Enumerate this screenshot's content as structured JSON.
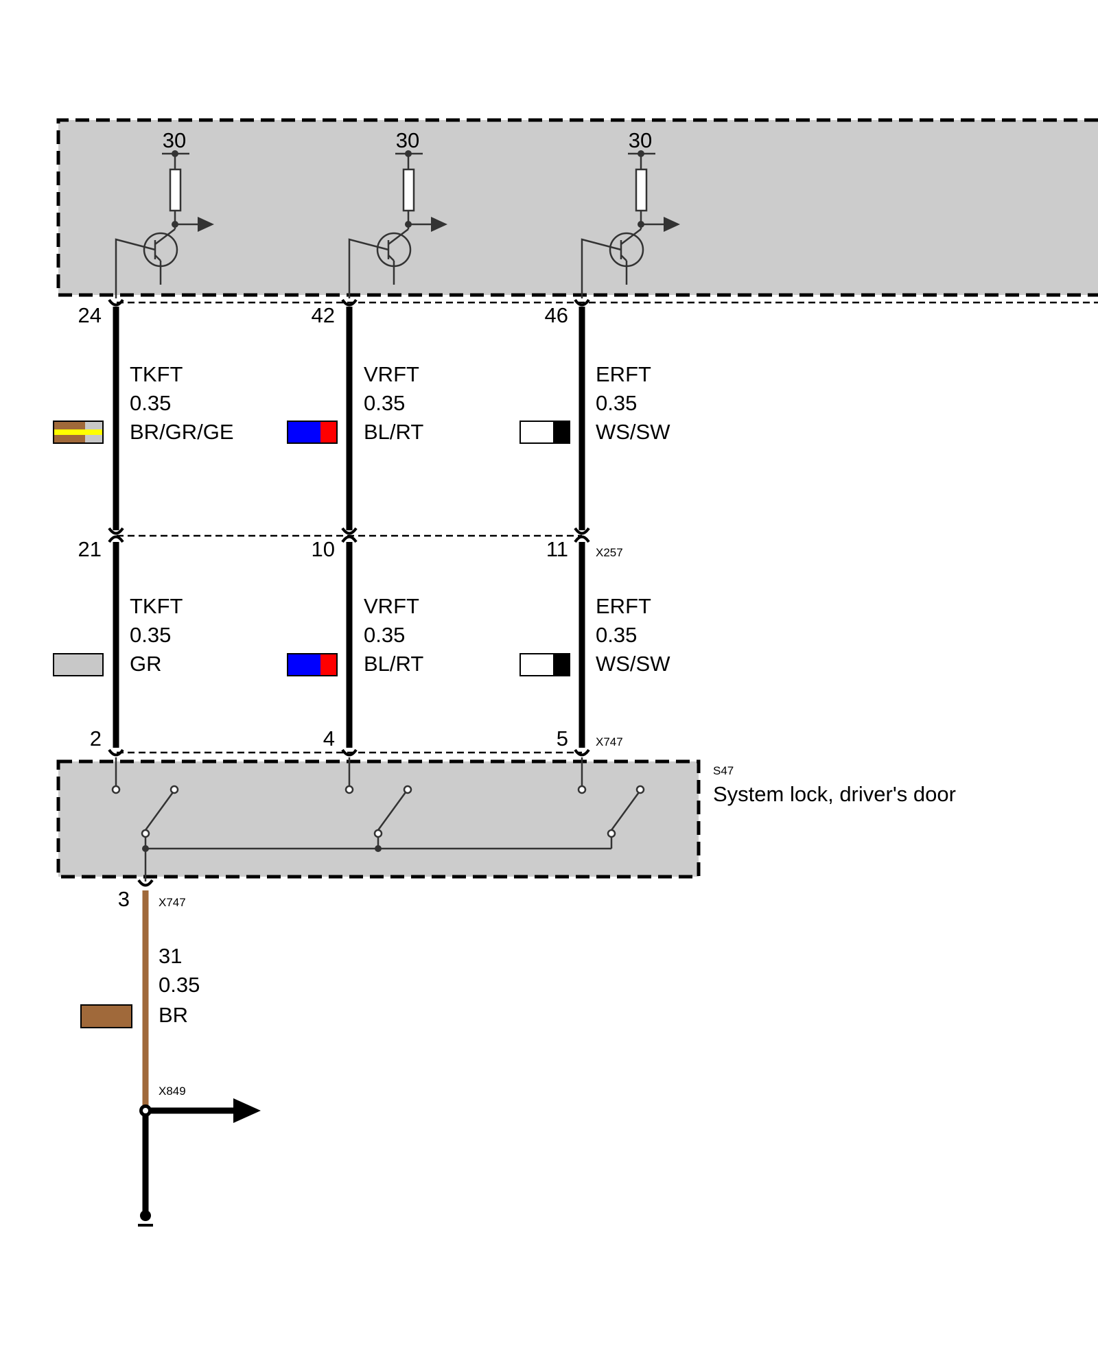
{
  "supply_labels": [
    "30",
    "30",
    "30"
  ],
  "upper_wires": [
    {
      "pin": "24",
      "signal": "TKFT",
      "size": "0.35",
      "color_code": "BR/GR/GE"
    },
    {
      "pin": "42",
      "signal": "VRFT",
      "size": "0.35",
      "color_code": "BL/RT"
    },
    {
      "pin": "46",
      "signal": "ERFT",
      "size": "0.35",
      "color_code": "WS/SW"
    }
  ],
  "middle_connector": {
    "pins": [
      "21",
      "10",
      "11"
    ],
    "name": "X257"
  },
  "lower_wires": [
    {
      "signal": "TKFT",
      "size": "0.35",
      "color_code": "GR"
    },
    {
      "signal": "VRFT",
      "size": "0.35",
      "color_code": "BL/RT"
    },
    {
      "signal": "ERFT",
      "size": "0.35",
      "color_code": "WS/SW"
    }
  ],
  "switch_connector": {
    "pins": [
      "2",
      "4",
      "5"
    ],
    "name": "X747"
  },
  "component": {
    "id": "S47",
    "name": "System lock, driver's door"
  },
  "ground_connector": {
    "pin": "3",
    "name": "X747"
  },
  "ground_wire": {
    "signal": "31",
    "size": "0.35",
    "color_code": "BR"
  },
  "splice": {
    "name": "X849"
  },
  "colors": {
    "module_fill": "#cccccc",
    "brown": "#a0693a",
    "grey": "#c8c8c8",
    "yellow": "#ffff00",
    "blue": "#0000ff",
    "red": "#ff0000",
    "black": "#000000",
    "white": "#ffffff"
  }
}
